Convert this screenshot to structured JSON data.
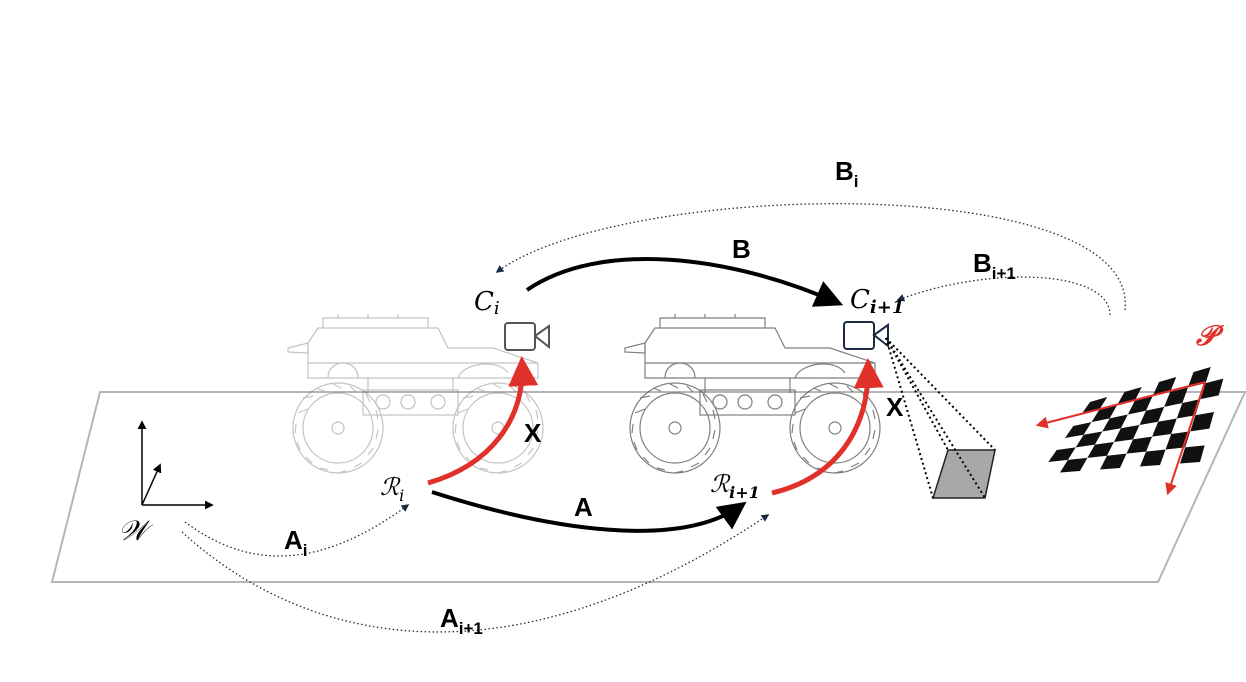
{
  "labels": {
    "world": "𝒲",
    "robot_i": "ℛ",
    "robot_i_sub": "i",
    "robot_i1": "ℛ",
    "robot_i1_sub": "i+1",
    "cam_i": "C",
    "cam_i_sub": "i",
    "cam_i1": "C",
    "cam_i1_sub": "i+1",
    "pattern": "𝒫",
    "A": "A",
    "B": "B",
    "X_left": "X",
    "X_right": "X",
    "A_i": "A",
    "A_i_sub": "i",
    "A_i1": "A",
    "A_i1_sub": "i+1",
    "B_i": "B",
    "B_i_sub": "i",
    "B_i1": "B",
    "B_i1_sub": "i+1"
  },
  "colors": {
    "transform_main": "#000000",
    "transform_hand_eye": "#e0302a",
    "transform_dotted": "#1a2a44",
    "pattern_axes": "#e0302a",
    "ground_plane": "#b5b5b5"
  },
  "icons": [
    "camera-icon",
    "wheeled-robot-icon",
    "checkerboard-pattern-icon",
    "frustum-icon"
  ]
}
